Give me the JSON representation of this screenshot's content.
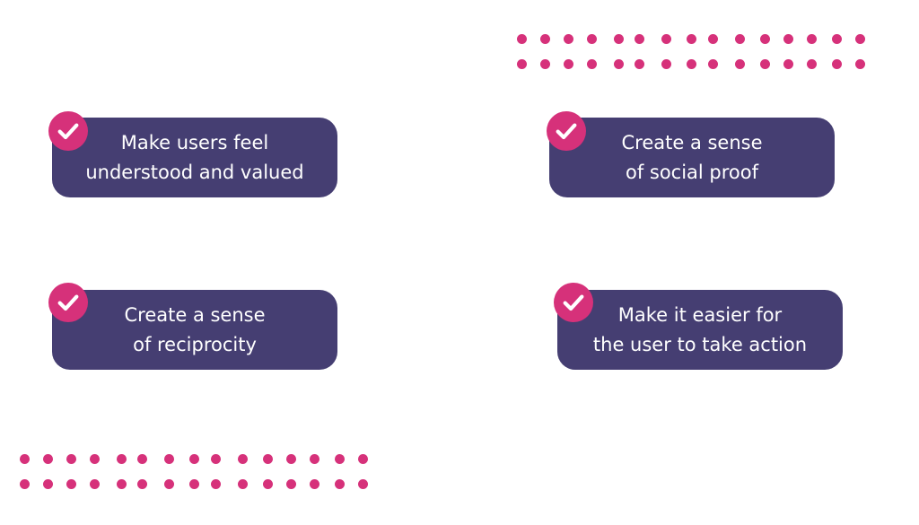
{
  "cards": [
    {
      "line1": "Make users feel",
      "line2": "understood and valued"
    },
    {
      "line1": "Create a sense",
      "line2": "of social proof"
    },
    {
      "line1": "Create a sense",
      "line2": "of reciprocity"
    },
    {
      "line1": "Make it easier for",
      "line2": "the user to take action"
    }
  ],
  "colors": {
    "card": "#453e72",
    "accent": "#d6317a",
    "text": "#ffffff"
  },
  "icons": {
    "check": "checkmark-icon",
    "dot": "dot-icon"
  }
}
